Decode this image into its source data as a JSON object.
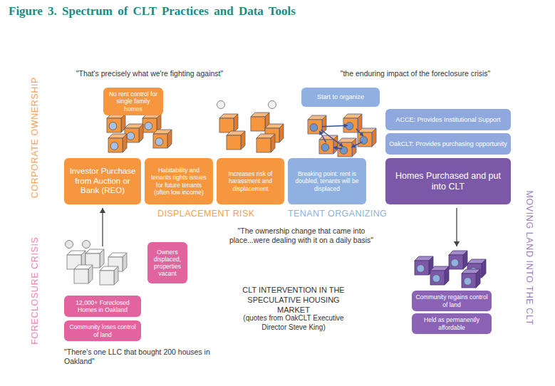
{
  "diagram": {
    "title": "Figure 3. Spectrum of CLT Practices and Data Tools",
    "nodes": [
      {
        "text": [
          "No rent control for single family homes"
        ]
      },
      {
        "text": [
          "Start to organize"
        ]
      },
      {
        "text": [
          "ACCE: Provides Institutional Support"
        ]
      },
      {
        "text": [
          "OakCLT: Provides purchasing opportunity"
        ]
      },
      {
        "text": [
          "Investor Purchase from Auction or Bank (REO)"
        ]
      },
      {
        "text": [
          "Habitability and tenants rights issues for future tenants (often low income)"
        ]
      },
      {
        "text": [
          "Increases risk of harassment and displacement"
        ]
      },
      {
        "text": [
          "Breaking point: rent is doubled, tenants will be displaced"
        ]
      },
      {
        "text": [
          "Homes Purchased and put into CLT"
        ]
      },
      {
        "text": [
          "Owners displaced, properties vacant"
        ]
      },
      {
        "text": [
          "12,000+ Foreclosed Homes in Oakland"
        ]
      },
      {
        "text": [
          "Community loses control of land"
        ]
      },
      {
        "text": [
          "Community regains control of land"
        ]
      },
      {
        "text": [
          "Held as permanently affordable"
        ]
      }
    ],
    "labels": [
      "CORPORATE OWNERSHIP",
      "\"That's precisely what we're fighting against\"",
      "\"the enduring impact of the foreclosure crisis\"",
      "DISPLACEMENT RISK",
      "TENANT ORGANIZING",
      "MOVING LAND INTO THE CLT",
      "FORECLOSURE CRISIS",
      "\"The ownership change that came into place...were dealing with it on a daily basis\"",
      "CLT INTERVENTION IN THE SPECULATIVE HOUSING MARKET",
      "(quotes from OakCLT Executive Director Steve King)",
      "\"There's one LLC that bought 200 houses in Oakland\""
    ]
  }
}
